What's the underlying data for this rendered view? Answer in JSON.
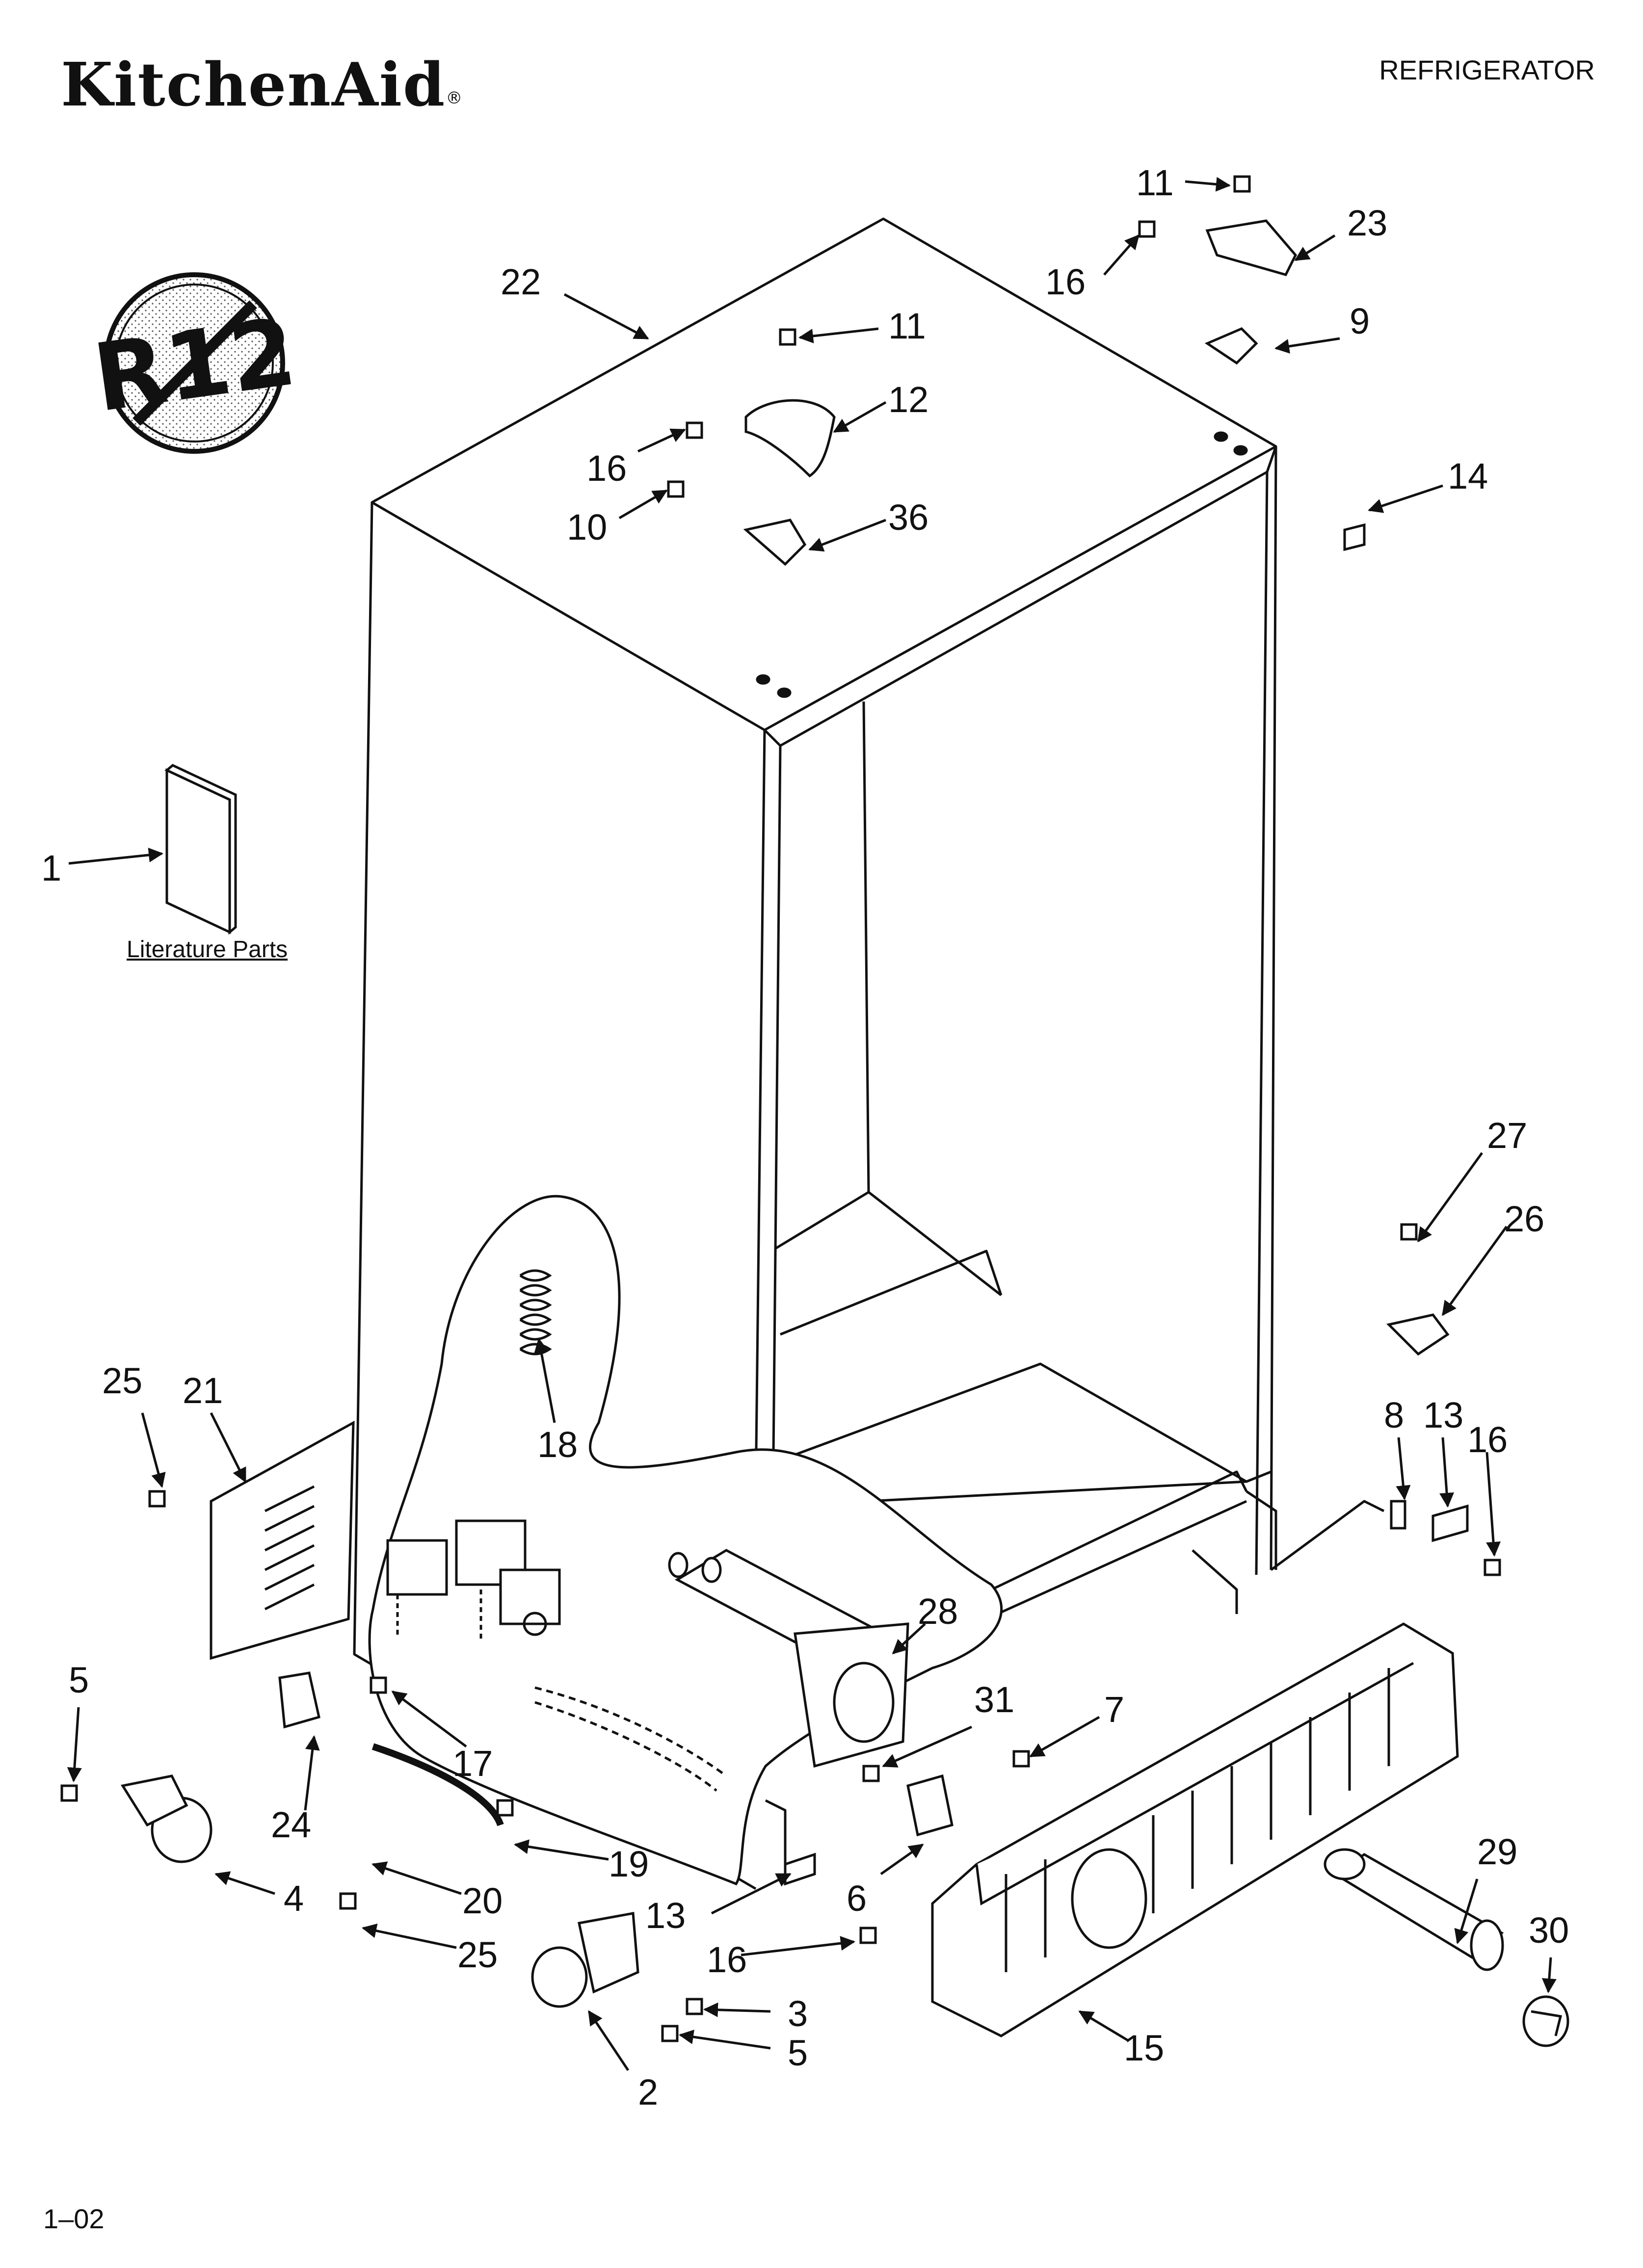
{
  "header": {
    "brand": "KitchenAid",
    "registered_mark": "®",
    "doc_title": "REFRIGERATOR"
  },
  "badge": {
    "text": "R12",
    "icon": "no-r12-refrigerant-icon"
  },
  "literature": {
    "label": "Literature Parts"
  },
  "footer": {
    "code": "1–02"
  },
  "callouts": [
    {
      "id": "c-11a",
      "label": "11"
    },
    {
      "id": "c-23",
      "label": "23"
    },
    {
      "id": "c-16a",
      "label": "16"
    },
    {
      "id": "c-9",
      "label": "9"
    },
    {
      "id": "c-22",
      "label": "22"
    },
    {
      "id": "c-11b",
      "label": "11"
    },
    {
      "id": "c-12",
      "label": "12"
    },
    {
      "id": "c-16b",
      "label": "16"
    },
    {
      "id": "c-10",
      "label": "10"
    },
    {
      "id": "c-36",
      "label": "36"
    },
    {
      "id": "c-14",
      "label": "14"
    },
    {
      "id": "c-1",
      "label": "1"
    },
    {
      "id": "c-27",
      "label": "27"
    },
    {
      "id": "c-26",
      "label": "26"
    },
    {
      "id": "c-25a",
      "label": "25"
    },
    {
      "id": "c-21",
      "label": "21"
    },
    {
      "id": "c-18",
      "label": "18"
    },
    {
      "id": "c-8",
      "label": "8"
    },
    {
      "id": "c-13a",
      "label": "13"
    },
    {
      "id": "c-16c",
      "label": "16"
    },
    {
      "id": "c-28",
      "label": "28"
    },
    {
      "id": "c-5a",
      "label": "5"
    },
    {
      "id": "c-17",
      "label": "17"
    },
    {
      "id": "c-31",
      "label": "31"
    },
    {
      "id": "c-7",
      "label": "7"
    },
    {
      "id": "c-24",
      "label": "24"
    },
    {
      "id": "c-4",
      "label": "4"
    },
    {
      "id": "c-19",
      "label": "19"
    },
    {
      "id": "c-20",
      "label": "20"
    },
    {
      "id": "c-6",
      "label": "6"
    },
    {
      "id": "c-29",
      "label": "29"
    },
    {
      "id": "c-13b",
      "label": "13"
    },
    {
      "id": "c-16d",
      "label": "16"
    },
    {
      "id": "c-30",
      "label": "30"
    },
    {
      "id": "c-25b",
      "label": "25"
    },
    {
      "id": "c-3",
      "label": "3"
    },
    {
      "id": "c-5b",
      "label": "5"
    },
    {
      "id": "c-15",
      "label": "15"
    },
    {
      "id": "c-2",
      "label": "2"
    }
  ]
}
